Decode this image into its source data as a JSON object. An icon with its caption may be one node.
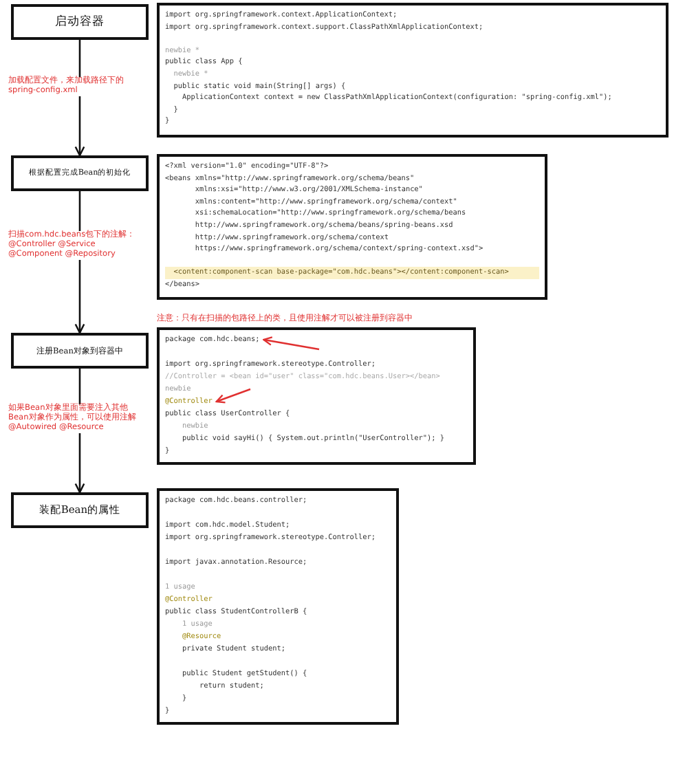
{
  "diagram": {
    "nodes": [
      {
        "text": [
          "启动容器"
        ]
      },
      {
        "text": [
          "import org.springframework.context.ApplicationContext;",
          "import org.springframework.context.support.ClassPathXmlApplicationContext;",
          "newbie *",
          "public class App {",
          "newbie *",
          "public static void main(String[] args) {",
          "ApplicationContext context = new ClassPathXmlApplicationContext(configuration: \"spring-config.xml\");",
          "}",
          "}"
        ]
      },
      {
        "text": [
          "根据配置完成Bean的初始化"
        ]
      },
      {
        "text": [
          "<?xml version=\"1.0\" encoding=\"UTF-8\"?>",
          "<beans xmlns=\"http://www.springframework.org/schema/beans\"",
          "xmlns:xsi=\"http://www.w3.org/2001/XMLSchema-instance\"",
          "xmlns:content=\"http://www.springframework.org/schema/context\"",
          "xsi:schemaLocation=\"http://www.springframework.org/schema/beans",
          "http://www.springframework.org/schema/beans/spring-beans.xsd",
          "http://www.springframework.org/schema/context",
          "https://www.springframework.org/schema/context/spring-context.xsd\">",
          "<content:component-scan base-package=\"com.hdc.beans\"></content:component-scan>",
          "</beans>"
        ]
      },
      {
        "text": [
          "注册Bean对象到容器中"
        ]
      },
      {
        "text": [
          "package com.hdc.beans;",
          "import org.springframework.stereotype.Controller;",
          "//Controller = <bean id=\"user\" class=\"com.hdc.beans.User></bean>",
          "newbie",
          "@Controller",
          "public class UserController {",
          "newbie",
          "public void sayHi() { System.out.println(\"UserController\"); }",
          "}"
        ]
      },
      {
        "text": [
          "装配Bean的属性"
        ]
      },
      {
        "text": [
          "package com.hdc.beans.controller;",
          "import com.hdc.model.Student;",
          "import org.springframework.stereotype.Controller;",
          "import javax.annotation.Resource;",
          "1 usage",
          "@Controller",
          "public class StudentControllerB {",
          "1 usage",
          "@Resource",
          "private Student student;",
          "public Student getStudent() {",
          "return student;",
          "}",
          "}"
        ]
      }
    ],
    "edges": [
      {
        "from": 0,
        "to": 2,
        "arrow": "to",
        "label": "加载配置文件，来加载路径下的 spring-config.xml"
      },
      {
        "from": 2,
        "to": 4,
        "arrow": "to",
        "label": "扫描com.hdc.beans包下的注解： @Controller @Service @Component @Repository"
      },
      {
        "from": 4,
        "to": 6,
        "arrow": "to",
        "label": "如果Bean对象里面需要注入其他Bean对象作为属性，可以使用注解 @Autowired @Resource"
      },
      {
        "from": null,
        "to": 5,
        "arrow": "to",
        "color": "#e03030"
      },
      {
        "from": null,
        "to": 5,
        "arrow": "to",
        "color": "#e03030"
      }
    ],
    "labels": [
      "注意：只有在扫描的包路径上的类，且使用注解才可以被注册到容器中"
    ]
  }
}
